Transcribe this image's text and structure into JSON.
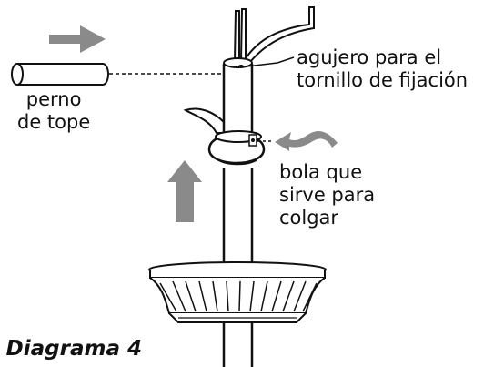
{
  "labels": {
    "hole": [
      "agujero para el",
      "tornillo de fijación"
    ],
    "pin": [
      "perno",
      "de tope"
    ],
    "ball": [
      "bola que",
      "sirve para",
      "colgar"
    ]
  },
  "caption": "Diagrama 4",
  "colors": {
    "line": "#111111",
    "arrow": "#8a8a8a",
    "background": "#ffffff"
  }
}
